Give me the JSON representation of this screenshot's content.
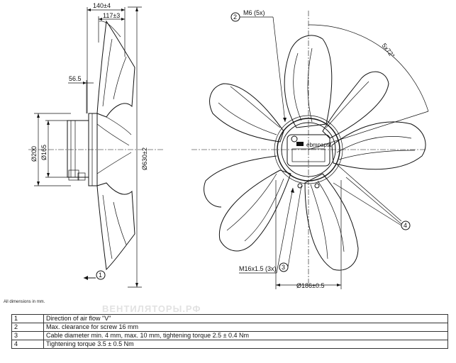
{
  "dimensions": {
    "depth_total": "140±4",
    "depth_mount": "117±3",
    "offset": "56.5",
    "dia_200": "Ø200",
    "dia_165": "Ø165",
    "dia_630": "Ø630±2",
    "thread_m6": "M6 (5x)",
    "angle": "5x72°",
    "thread_m16": "M16x1.5 (3x)",
    "dia_186": "Ø186±0.5"
  },
  "callouts": [
    "1",
    "2",
    "3",
    "4"
  ],
  "brand_label": "ebmpapst",
  "note": "All dimensions in mm.",
  "legend": [
    {
      "num": "1",
      "text": "Direction of air flow \"V\""
    },
    {
      "num": "2",
      "text": "Max. clearance for screw 16 mm"
    },
    {
      "num": "3",
      "text": "Cable diameter min. 4 mm, max. 10 mm, tightening torque 2.5 ± 0.4 Nm"
    },
    {
      "num": "4",
      "text": "Tightening torque 3.5 ± 0.5 Nm"
    }
  ],
  "watermark": "ВЕНТИЛЯТОРЫ.РФ"
}
